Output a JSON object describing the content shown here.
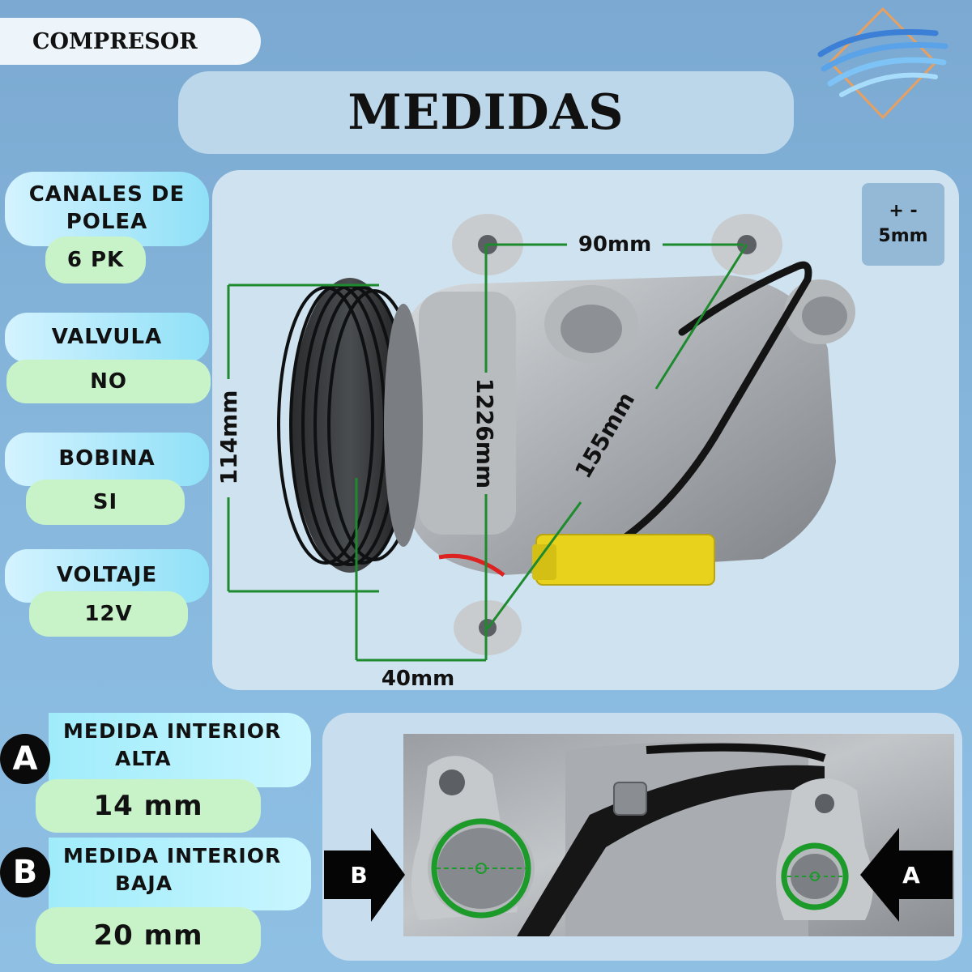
{
  "header": {
    "product": "COMPRESOR",
    "title": "MEDIDAS"
  },
  "specs": [
    {
      "label": "CANALES DE POLEA",
      "value": "6 PK"
    },
    {
      "label": "VALVULA",
      "value": "NO"
    },
    {
      "label": "BOBINA",
      "value": "SI"
    },
    {
      "label": "VOLTAJE",
      "value": "12V"
    }
  ],
  "tolerance": {
    "sign": "+ -",
    "value": "5mm"
  },
  "dimensions": {
    "width_top": "90mm",
    "pulley_diameter": "114mm",
    "mount_vertical": "1226mm",
    "mount_diagonal": "155mm",
    "offset_bottom": "40mm"
  },
  "ports": [
    {
      "letter": "A",
      "label_line1": "MEDIDA INTERIOR",
      "label_line2": "ALTA",
      "value": "14 mm"
    },
    {
      "letter": "B",
      "label_line1": "MEDIDA INTERIOR",
      "label_line2": "BAJA",
      "value": "20 mm"
    }
  ],
  "colors": {
    "background": "#86b6dc",
    "label_cyan": "#8fe0f7",
    "value_green": "#c8f3c8",
    "dimension_line": "#1e8a2e"
  },
  "icons": [
    "wave-logo-icon",
    "arrow-right-icon",
    "arrow-left-icon"
  ]
}
